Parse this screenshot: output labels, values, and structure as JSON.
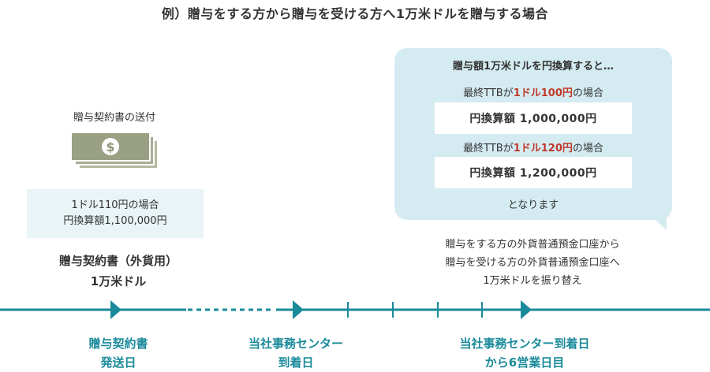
{
  "title": "例）贈与をする方から贈与を受ける方へ1万米ドルを贈与する場合",
  "left_panel": {
    "sent_label": "贈与契約書の送付",
    "bill_icon": "dollar-bills-icon",
    "bill_symbol": "$",
    "case_line1": "1ドル110円の場合",
    "case_line2": "円換算額1,100,000円",
    "contract_line1": "贈与契約書（外貨用）",
    "contract_line2": "1万米ドル"
  },
  "bubble": {
    "heading": "贈与額1万米ドルを円換算すると…",
    "cases": [
      {
        "prefix": "最終TTBが",
        "rate": "1ドル100円",
        "suffix": "の場合",
        "amount": "円換算額 1,000,000円"
      },
      {
        "prefix": "最終TTBが",
        "rate": "1ドル120円",
        "suffix": "の場合",
        "amount": "円換算額 1,200,000円"
      }
    ],
    "footer": "となります"
  },
  "transfer_note": {
    "line1": "贈与をする方の外貨普通預金口座から",
    "line2": "贈与を受ける方の外貨普通預金口座へ",
    "line3": "1万米ドルを振り替え"
  },
  "steps": [
    {
      "line1": "贈与契約書",
      "line2": "発送日"
    },
    {
      "line1": "当社事務センター",
      "line2": "到着日"
    },
    {
      "line1": "当社事務センター到着日",
      "line2": "から6営業日目"
    }
  ],
  "colors": {
    "timeline": "#1a8a9a",
    "step_text": "#1a8a9a",
    "rate_highlight": "#c0392b",
    "bubble_bg": "#d4ebf1",
    "case_box_bg": "#e9f4f6"
  }
}
